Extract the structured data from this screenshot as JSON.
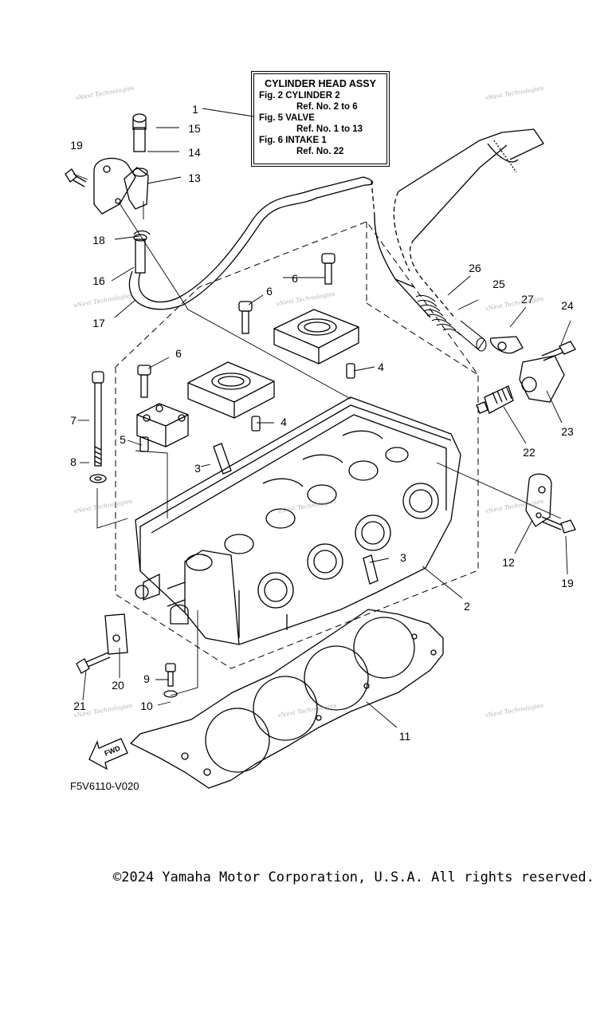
{
  "reference_box": {
    "title": "CYLINDER HEAD ASSY",
    "rows": [
      {
        "label": "Fig.  2 CYLINDER 2",
        "indent": false
      },
      {
        "label": "Ref. No. 2 to 6",
        "indent": true
      },
      {
        "label": "Fig.  5 VALVE",
        "indent": false
      },
      {
        "label": "Ref. No. 1 to 13",
        "indent": true
      },
      {
        "label": "Fig.  6 INTAKE 1",
        "indent": false
      },
      {
        "label": "Ref. No. 22",
        "indent": true
      }
    ]
  },
  "callouts": {
    "c1": "1",
    "c2": "2",
    "c3a": "3",
    "c3b": "3",
    "c4a": "4",
    "c4b": "4",
    "c5": "5",
    "c6a": "6",
    "c6b": "6",
    "c6c": "6",
    "c7": "7",
    "c8": "8",
    "c9": "9",
    "c10": "10",
    "c11": "11",
    "c12": "12",
    "c13": "13",
    "c14": "14",
    "c15": "15",
    "c16": "16",
    "c17": "17",
    "c18": "18",
    "c19a": "19",
    "c19b": "19",
    "c20": "20",
    "c21": "21",
    "c22": "22",
    "c23": "23",
    "c24": "24",
    "c25": "25",
    "c26": "26",
    "c27": "27"
  },
  "fwd_label": "FWD",
  "drawing_code": "F5V6110-V020",
  "watermark_text": "vNext Technologies",
  "copyright": "©2024 Yamaha Motor Corporation, U.S.A. All rights reserved."
}
